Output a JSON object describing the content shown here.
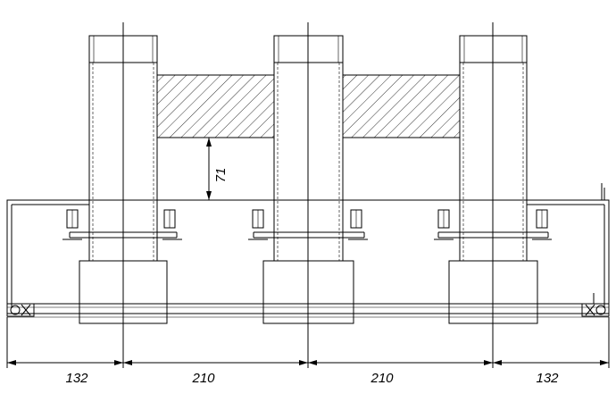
{
  "dimensions": {
    "gap_height": "71",
    "segments": [
      "132",
      "210",
      "210",
      "132"
    ]
  }
}
